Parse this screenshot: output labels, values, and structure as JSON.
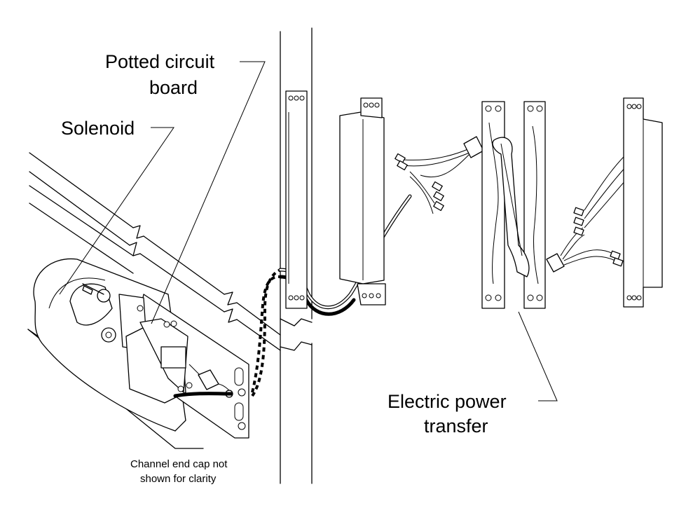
{
  "labels": {
    "circuit_board_line1": "Potted circuit",
    "circuit_board_line2": "board",
    "solenoid": "Solenoid",
    "power_transfer_line1": "Electric power",
    "power_transfer_line2": "transfer",
    "note_line1": "Channel end cap not",
    "note_line2": "shown for clarity"
  }
}
